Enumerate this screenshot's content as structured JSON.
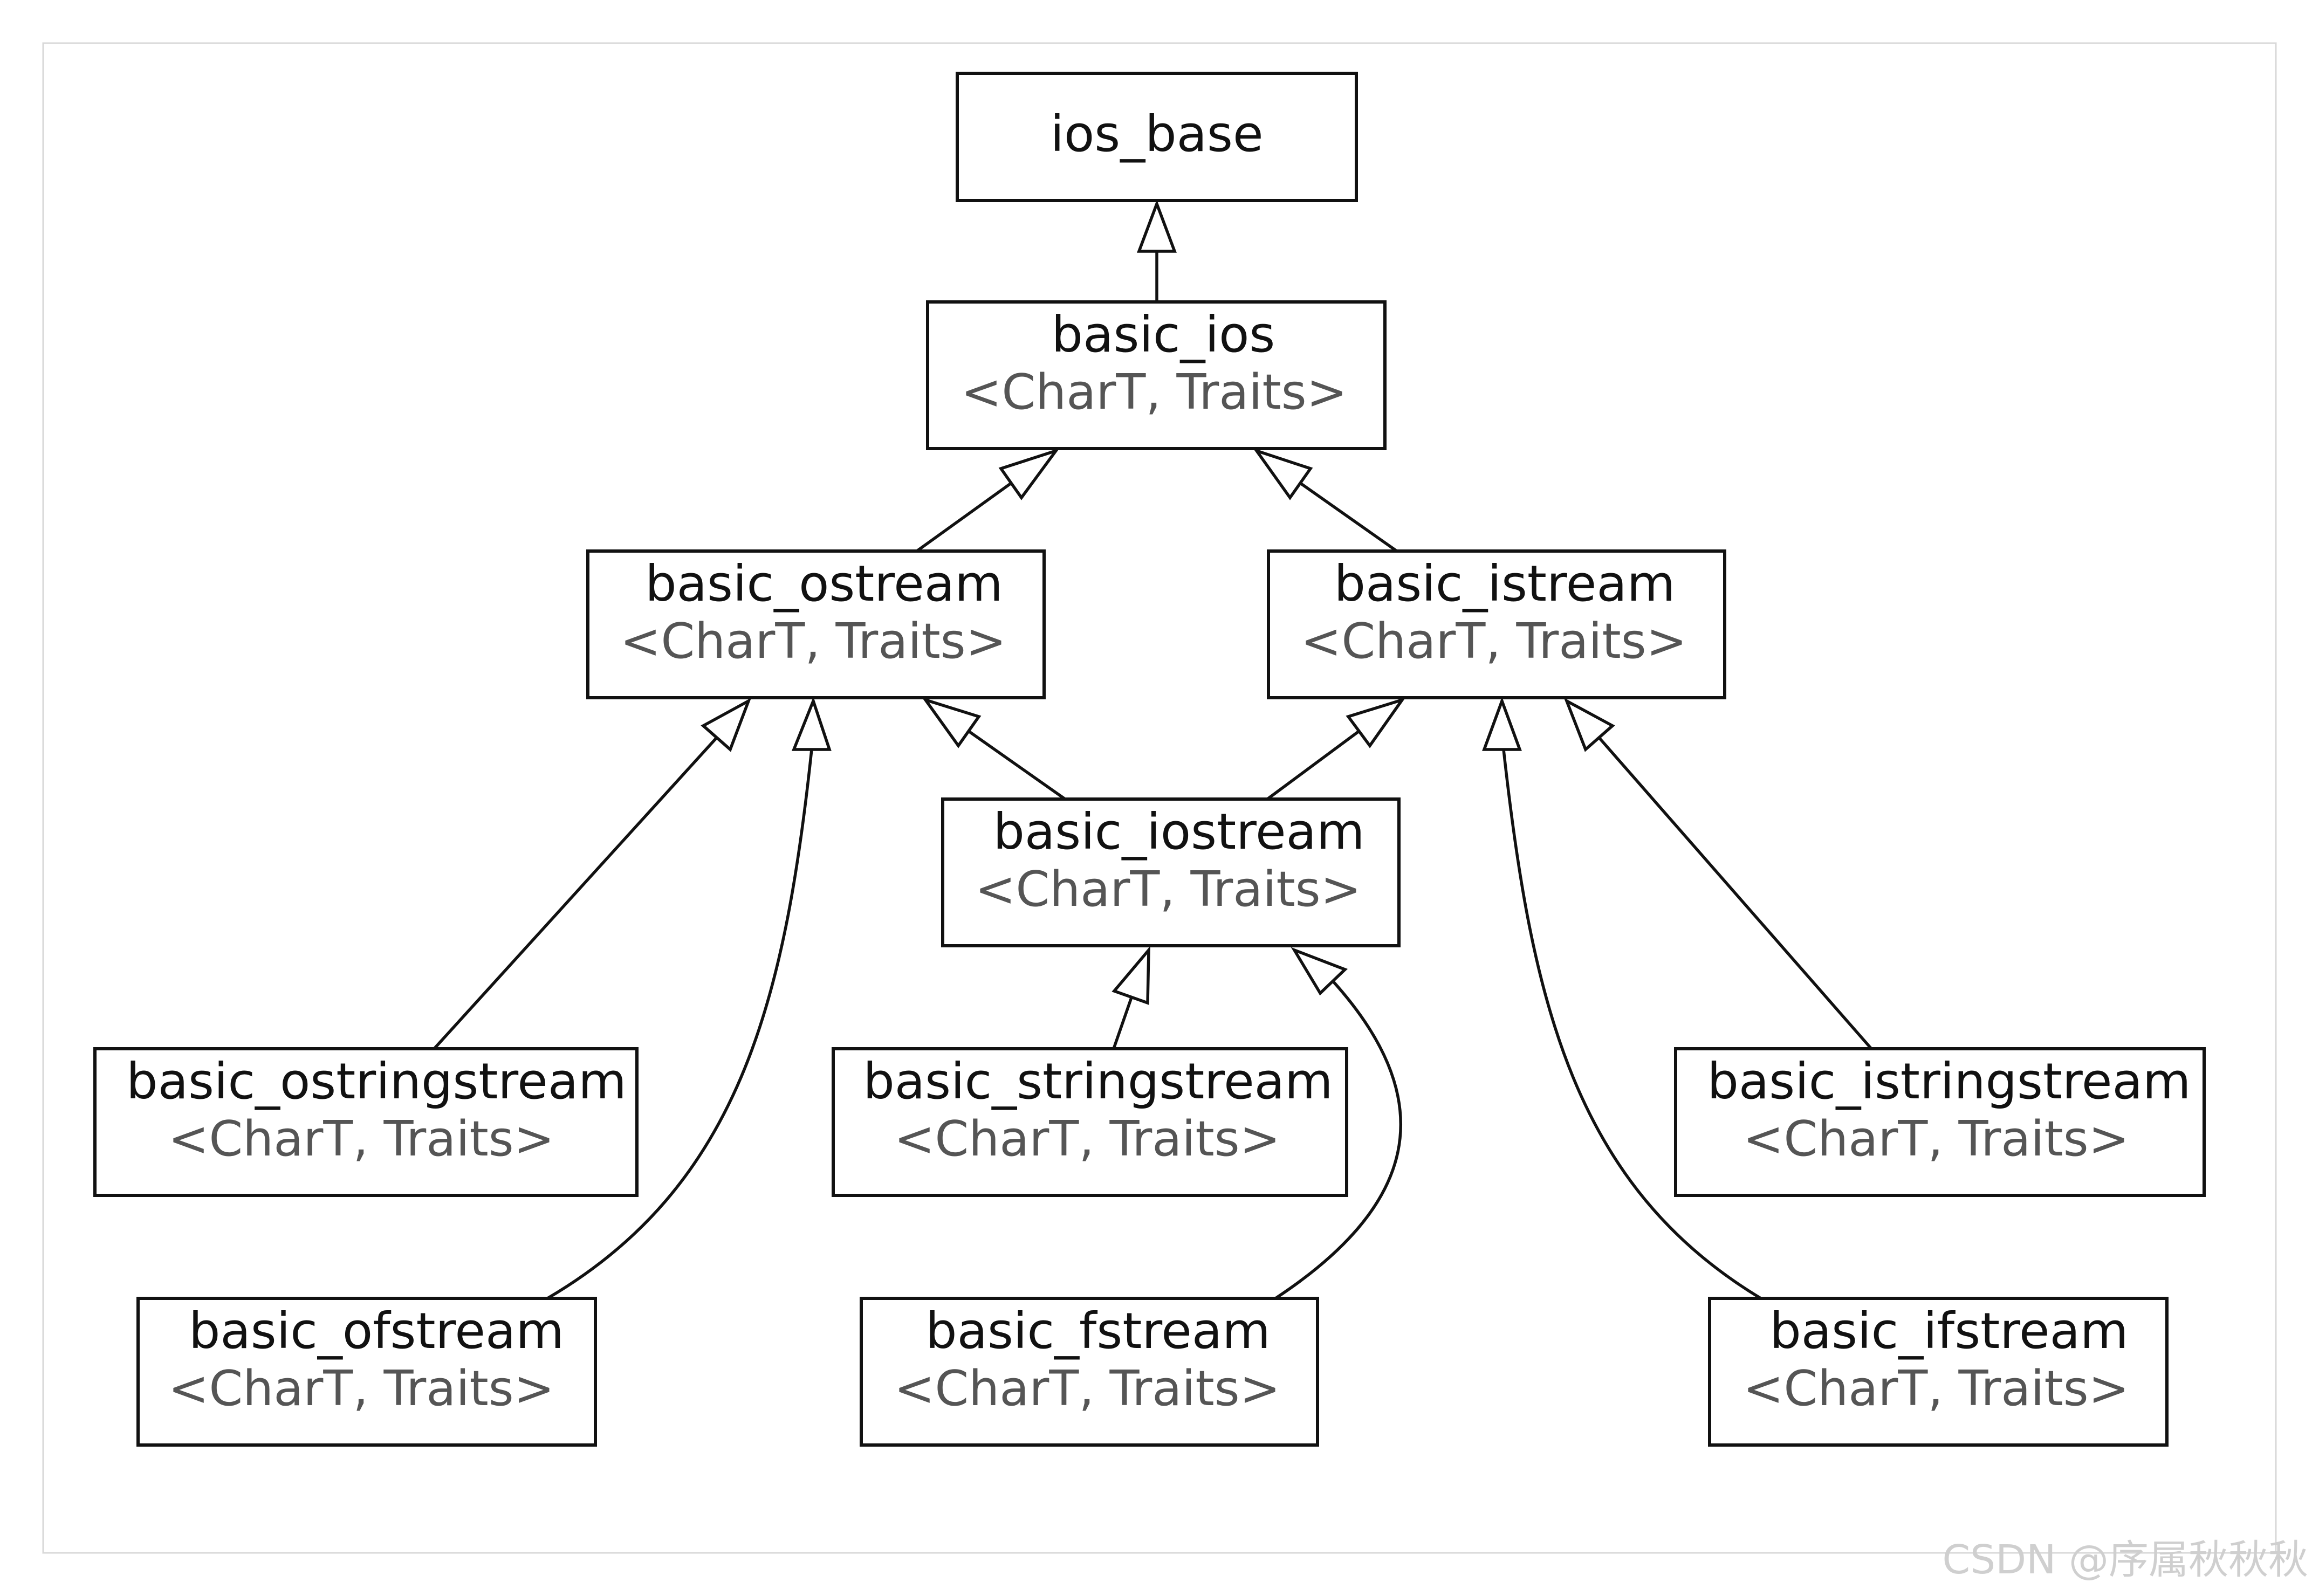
{
  "template_params": "<CharT, Traits>",
  "classes": {
    "ios_base": "ios_base",
    "basic_ios": "basic_ios",
    "basic_ostream": "basic_ostream",
    "basic_istream": "basic_istream",
    "basic_iostream": "basic_iostream",
    "basic_ostringstream": "basic_ostringstream",
    "basic_stringstream": "basic_stringstream",
    "basic_istringstream": "basic_istringstream",
    "basic_ofstream": "basic_ofstream",
    "basic_fstream": "basic_fstream",
    "basic_ifstream": "basic_ifstream"
  },
  "inheritance": [
    {
      "child": "basic_ios",
      "parent": "ios_base"
    },
    {
      "child": "basic_ostream",
      "parent": "basic_ios"
    },
    {
      "child": "basic_istream",
      "parent": "basic_ios"
    },
    {
      "child": "basic_iostream",
      "parent": "basic_ostream"
    },
    {
      "child": "basic_iostream",
      "parent": "basic_istream"
    },
    {
      "child": "basic_ostringstream",
      "parent": "basic_ostream"
    },
    {
      "child": "basic_ofstream",
      "parent": "basic_ostream"
    },
    {
      "child": "basic_stringstream",
      "parent": "basic_iostream"
    },
    {
      "child": "basic_fstream",
      "parent": "basic_iostream"
    },
    {
      "child": "basic_istringstream",
      "parent": "basic_istream"
    },
    {
      "child": "basic_ifstream",
      "parent": "basic_istream"
    }
  ],
  "watermark": "CSDN @序属秋秋秋"
}
